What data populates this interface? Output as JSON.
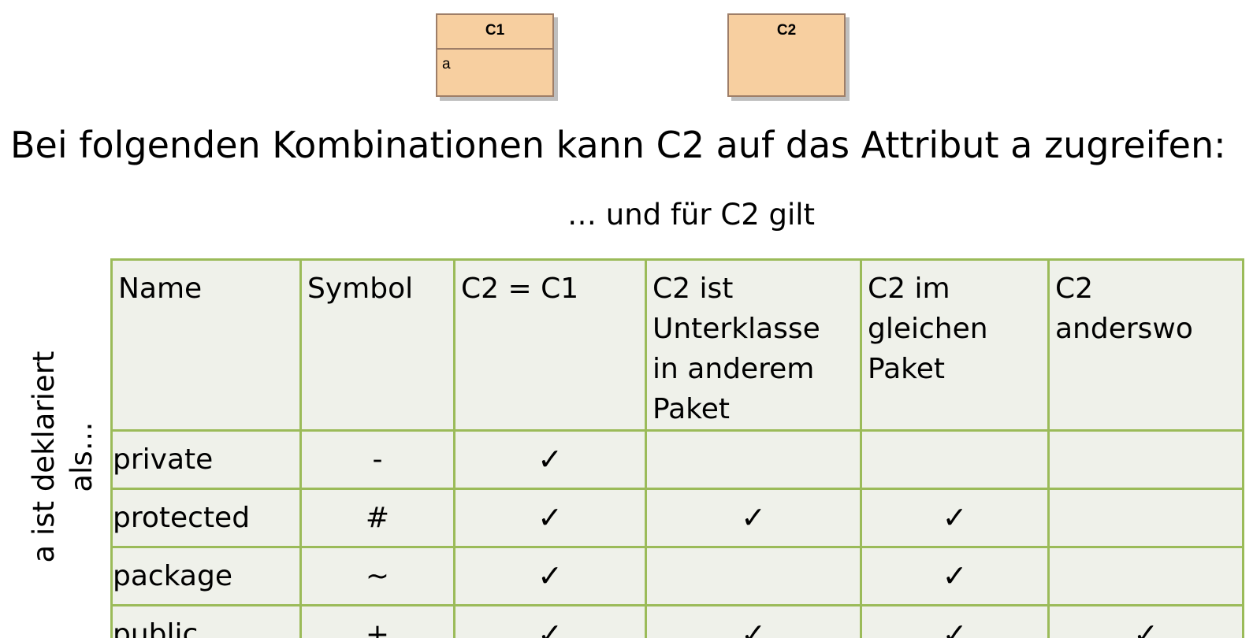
{
  "uml": {
    "c1": {
      "name": "C1",
      "attribute": "a"
    },
    "c2": {
      "name": "C2"
    }
  },
  "heading": "Bei folgenden Kombinationen kann C2 auf das Attribut a zugreifen:",
  "column_group_label": "… und für C2 gilt",
  "row_axis_label": "a ist deklariert als…",
  "check_symbol": "✓",
  "colors": {
    "class_fill": "#f7cfa0",
    "class_border": "#9e7e68",
    "table_border": "#9bbb59",
    "table_fill": "#eff1ea"
  },
  "table": {
    "headers": [
      "Name",
      "Symbol",
      "C2 = C1",
      "C2 ist Unterklasse in anderem Paket",
      "C2 im gleichen Paket",
      "C2 anderswo"
    ],
    "rows": [
      {
        "name": "private",
        "symbol": "-",
        "access": [
          true,
          false,
          false,
          false
        ]
      },
      {
        "name": "protected",
        "symbol": "#",
        "access": [
          true,
          true,
          true,
          false
        ]
      },
      {
        "name": "package",
        "symbol": "~",
        "access": [
          true,
          false,
          true,
          false
        ]
      },
      {
        "name": "public",
        "symbol": "+",
        "access": [
          true,
          true,
          true,
          true
        ]
      }
    ]
  }
}
